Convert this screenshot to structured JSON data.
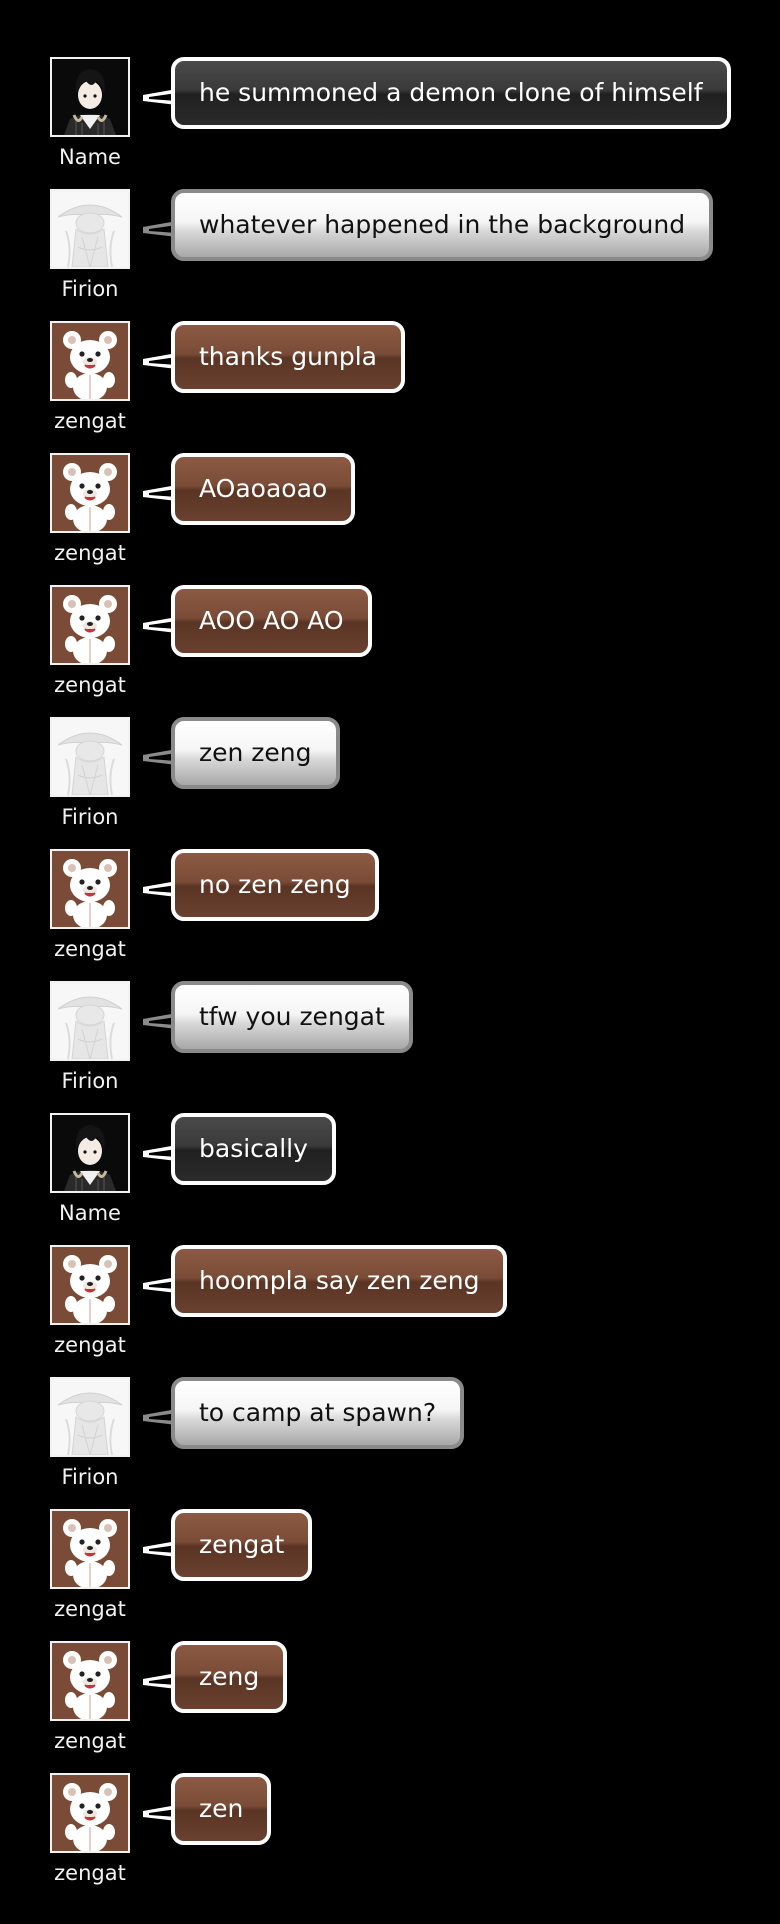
{
  "users": {
    "Name": {
      "label": "Name",
      "avatar": "dark-haired-boy-avatar-icon",
      "bubble_style": "dark",
      "tail_color": "#ffffff"
    },
    "Firion": {
      "label": "Firion",
      "avatar": "white-knight-avatar-icon",
      "bubble_style": "light",
      "tail_color": "#8a8a8a"
    },
    "zengat": {
      "label": "zengat",
      "avatar": "teddy-bear-avatar-icon",
      "bubble_style": "brown",
      "tail_color": "#ffffff"
    }
  },
  "colors": {
    "background": "#000000",
    "brown_bubble": "#7a4c37",
    "dark_bubble": "#333333",
    "light_bubble": "#e6e6e6",
    "bear_avatar_bg": "#7a4c37"
  },
  "messages": [
    {
      "user": "Name",
      "text": "he summoned a demon clone of himself"
    },
    {
      "user": "Firion",
      "text": "whatever happened in the background"
    },
    {
      "user": "zengat",
      "text": "thanks gunpla"
    },
    {
      "user": "zengat",
      "text": "AOaoaoao"
    },
    {
      "user": "zengat",
      "text": "AOO AO AO"
    },
    {
      "user": "Firion",
      "text": "zen zeng"
    },
    {
      "user": "zengat",
      "text": "no zen zeng"
    },
    {
      "user": "Firion",
      "text": "tfw you zengat"
    },
    {
      "user": "Name",
      "text": "basically"
    },
    {
      "user": "zengat",
      "text": "hoompla say zen zeng"
    },
    {
      "user": "Firion",
      "text": "to camp at spawn?"
    },
    {
      "user": "zengat",
      "text": "zengat"
    },
    {
      "user": "zengat",
      "text": "zeng"
    },
    {
      "user": "zengat",
      "text": "zen"
    }
  ]
}
